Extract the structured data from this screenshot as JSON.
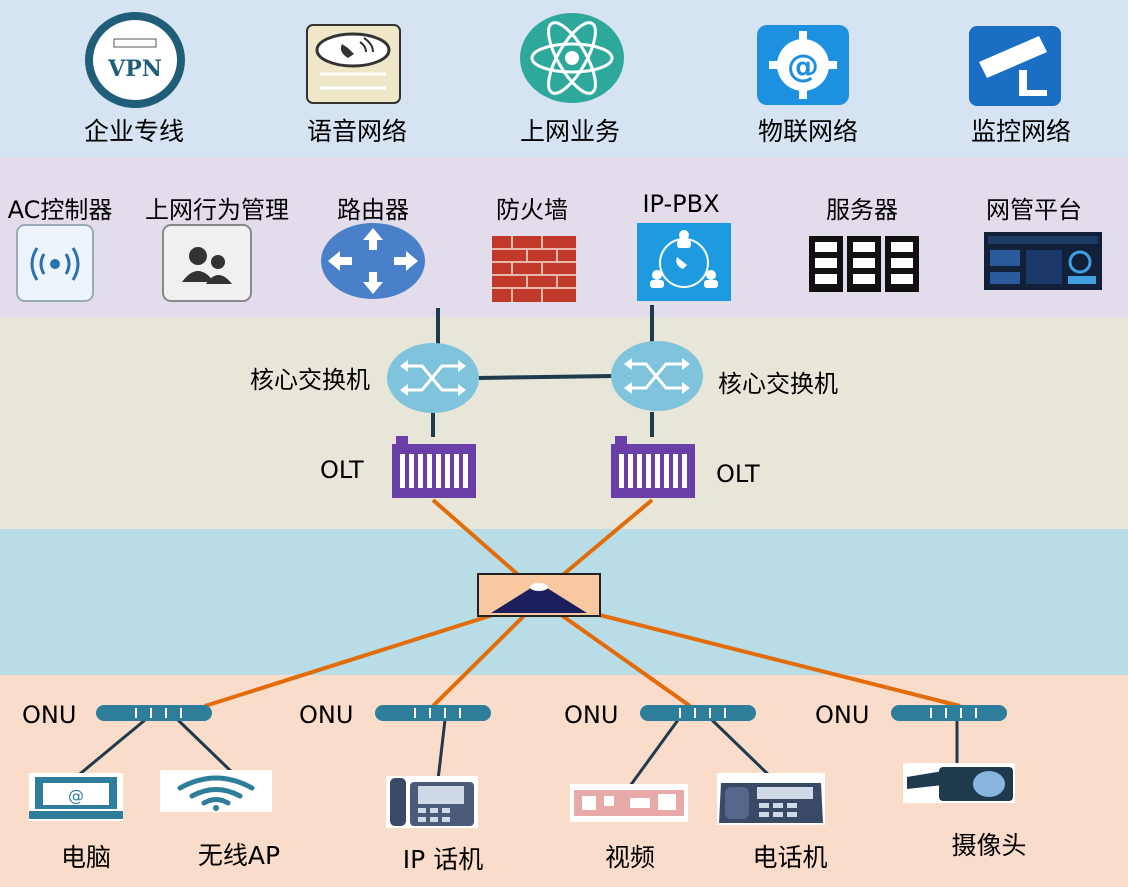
{
  "colors": {
    "band_services": "#d6e3f3",
    "band_platform": "#e3dcea",
    "band_core": "#e8e5d9",
    "band_access": "#b8dde6",
    "band_terminals": "#fadccb",
    "link_orange": "#e36c0a",
    "link_dark": "#1f3a4d"
  },
  "services": [
    {
      "label": "企业专线",
      "icon": "vpn-icon",
      "icon_text": "VPN"
    },
    {
      "label": "语音网络",
      "icon": "phone-call-icon"
    },
    {
      "label": "上网业务",
      "icon": "atom-icon"
    },
    {
      "label": "物联网络",
      "icon": "at-gear-icon"
    },
    {
      "label": "监控网络",
      "icon": "cctv-camera-icon"
    }
  ],
  "platform": [
    {
      "label": "AC控制器",
      "icon": "wifi-signal-icon"
    },
    {
      "label": "上网行为管理",
      "icon": "users-icon"
    },
    {
      "label": "路由器",
      "icon": "router-icon"
    },
    {
      "label": "防火墙",
      "icon": "firewall-icon"
    },
    {
      "label": "IP-PBX",
      "icon": "pbx-icon"
    },
    {
      "label": "服务器",
      "icon": "server-icon"
    },
    {
      "label": "网管平台",
      "icon": "dashboard-icon"
    }
  ],
  "core": {
    "switch_label_left": "核心交换机",
    "switch_label_right": "核心交换机",
    "olt_label_left": "OLT",
    "olt_label_right": "OLT"
  },
  "access": {
    "splitter_icon": "optical-splitter-icon"
  },
  "onus": [
    {
      "label": "ONU"
    },
    {
      "label": "ONU"
    },
    {
      "label": "ONU"
    },
    {
      "label": "ONU"
    }
  ],
  "terminals": [
    {
      "label": "电脑",
      "icon": "computer-icon"
    },
    {
      "label": "无线AP",
      "icon": "wifi-ap-icon"
    },
    {
      "label": "IP 话机",
      "icon": "ip-phone-icon"
    },
    {
      "label": "视频",
      "icon": "video-device-icon"
    },
    {
      "label": "电话机",
      "icon": "desk-phone-icon"
    },
    {
      "label": "摄像头",
      "icon": "camera-icon"
    }
  ]
}
